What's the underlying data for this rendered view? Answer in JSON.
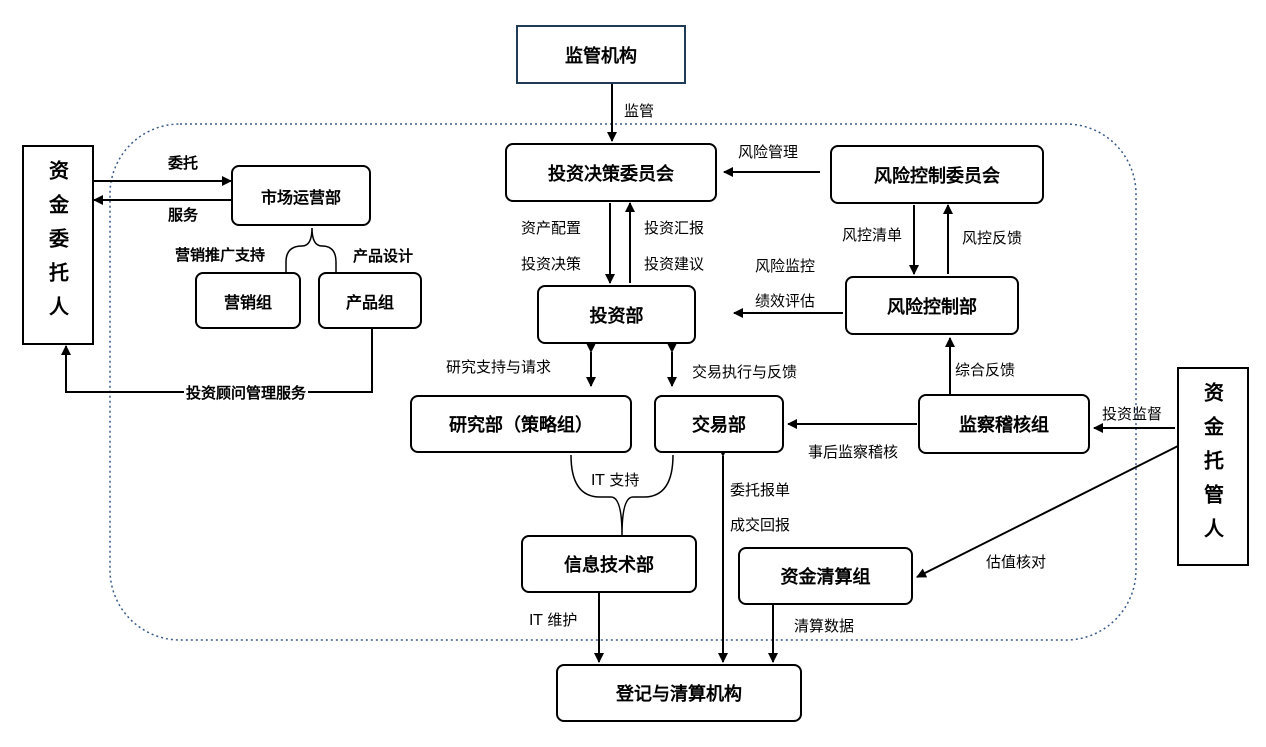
{
  "boxes": {
    "regulator": "监管机构",
    "investment_committee": "投资决策委员会",
    "risk_committee": "风险控制委员会",
    "marketing_dept": "市场运营部",
    "marketing_group": "营销组",
    "product_group": "产品组",
    "investment_dept": "投资部",
    "risk_dept": "风险控制部",
    "research_dept": "研究部（策略组）",
    "trading_dept": "交易部",
    "audit_group": "监察稽核组",
    "it_dept": "信息技术部",
    "clearing_group": "资金清算组",
    "registration_clearing": "登记与清算机构",
    "client": "资金委托人",
    "custodian": "资金托管人"
  },
  "labels": {
    "supervision": "监管",
    "risk_management": "风险管理",
    "asset_allocation": "资产配置",
    "investment_decision": "投资决策",
    "investment_report": "投资汇报",
    "investment_advice": "投资建议",
    "risk_list": "风控清单",
    "risk_feedback": "风控反馈",
    "risk_monitoring": "风险监控",
    "performance_eval": "绩效评估",
    "research_support": "研究支持与请求",
    "trade_execution": "交易执行与反馈",
    "overall_feedback": "综合反馈",
    "investment_supervision": "投资监督",
    "post_audit": "事后监察稽核",
    "it_support": "IT 支持",
    "order_report": "委托报单",
    "deal_report": "成交回报",
    "valuation_check": "估值核对",
    "it_maintenance": "IT 维护",
    "clearing_data": "清算数据",
    "entrust": "委托",
    "service": "服务",
    "marketing_support": "营销推广支持",
    "product_design": "产品设计",
    "advisory_service": "投资顾问管理服务"
  },
  "colors": {
    "border": "#000000",
    "regulator_border": "#1f3b57",
    "dotted_boundary": "#3a5a8a"
  }
}
